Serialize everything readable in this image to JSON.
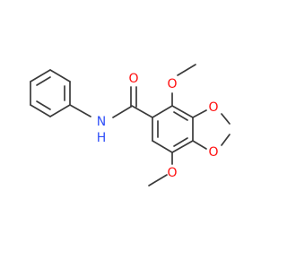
{
  "atoms": {
    "carbonyl_o": {
      "label": "O",
      "color": "#ff0d0d"
    },
    "amide_n": {
      "label": "N",
      "color": "#3050f8"
    },
    "amide_h": {
      "label": "H",
      "color": "#3050f8"
    },
    "methoxy_o_top": {
      "label": "O",
      "color": "#ff0d0d"
    },
    "methoxy_o_bottom": {
      "label": "O",
      "color": "#ff0d0d"
    },
    "dioxole_o_top": {
      "label": "O",
      "color": "#ff0d0d"
    },
    "dioxole_o_bottom": {
      "label": "O",
      "color": "#ff0d0d"
    }
  },
  "bond_color": "#3a3a3a"
}
